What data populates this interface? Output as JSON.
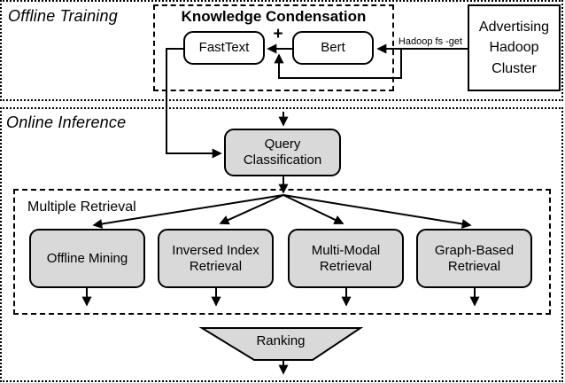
{
  "sections": {
    "offline_training": "Offline Training",
    "online_inference": "Online Inference"
  },
  "knowledge_condensation": {
    "title": "Knowledge Condensation",
    "fasttext": "FastText",
    "bert": "Bert",
    "plus": "+"
  },
  "hadoop_cluster": "Advertising Hadoop Cluster",
  "edge_labels": {
    "hadoop_fs_get": "Hadoop fs -get"
  },
  "query_classification": "Query Classification",
  "multiple_retrieval": {
    "title": "Multiple Retrieval",
    "nodes": [
      "Offline Mining",
      "Inversed Index Retrieval",
      "Multi-Modal Retrieval",
      "Graph-Based Retrieval"
    ]
  },
  "ranking": "Ranking",
  "colors": {
    "node_fill": "#d9d9d9",
    "line": "#000000",
    "node_border": "#000000",
    "background": "#ffffff"
  }
}
